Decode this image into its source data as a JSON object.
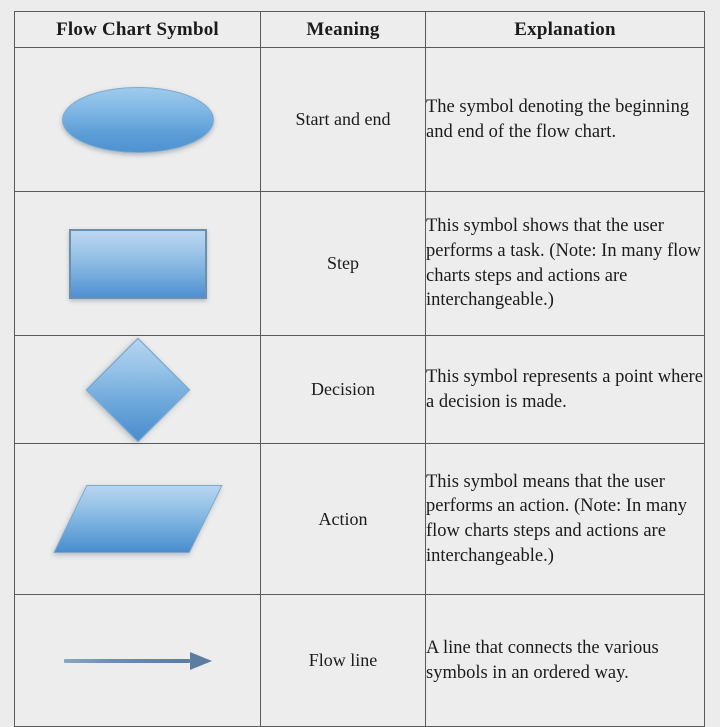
{
  "table": {
    "headers": [
      "Flow Chart Symbol",
      "Meaning",
      "Explanation"
    ],
    "rows": [
      {
        "symbol_shape": "ellipse",
        "symbol_name": "ellipse-symbol",
        "meaning": "Start and end",
        "explanation": "The symbol denoting the beginning and end of the flow chart."
      },
      {
        "symbol_shape": "rectangle",
        "symbol_name": "rectangle-symbol",
        "meaning": "Step",
        "explanation": "This symbol shows that the user performs a task. (Note: In many flow charts steps and actions are interchangeable.)"
      },
      {
        "symbol_shape": "diamond",
        "symbol_name": "diamond-symbol",
        "meaning": "Decision",
        "explanation": "This symbol represents a point where a decision is made."
      },
      {
        "symbol_shape": "parallelogram",
        "symbol_name": "parallelogram-symbol",
        "meaning": "Action",
        "explanation": "This symbol means that the user performs an action. (Note: In many flow charts steps and actions are interchangeable.)"
      },
      {
        "symbol_shape": "arrow",
        "symbol_name": "arrow-symbol",
        "meaning": "Flow line",
        "explanation": "A line that connects the various symbols in an ordered way."
      }
    ]
  },
  "colors": {
    "shape_fill_light": "#b6d4ef",
    "shape_fill_dark": "#4a8ccd",
    "shape_border": "#6d8fae",
    "arrow": "#5b7ea0",
    "table_border": "#5a5a5a",
    "cell_background": "#ededed",
    "page_background": "#ececec",
    "text": "#1b1b1b"
  }
}
